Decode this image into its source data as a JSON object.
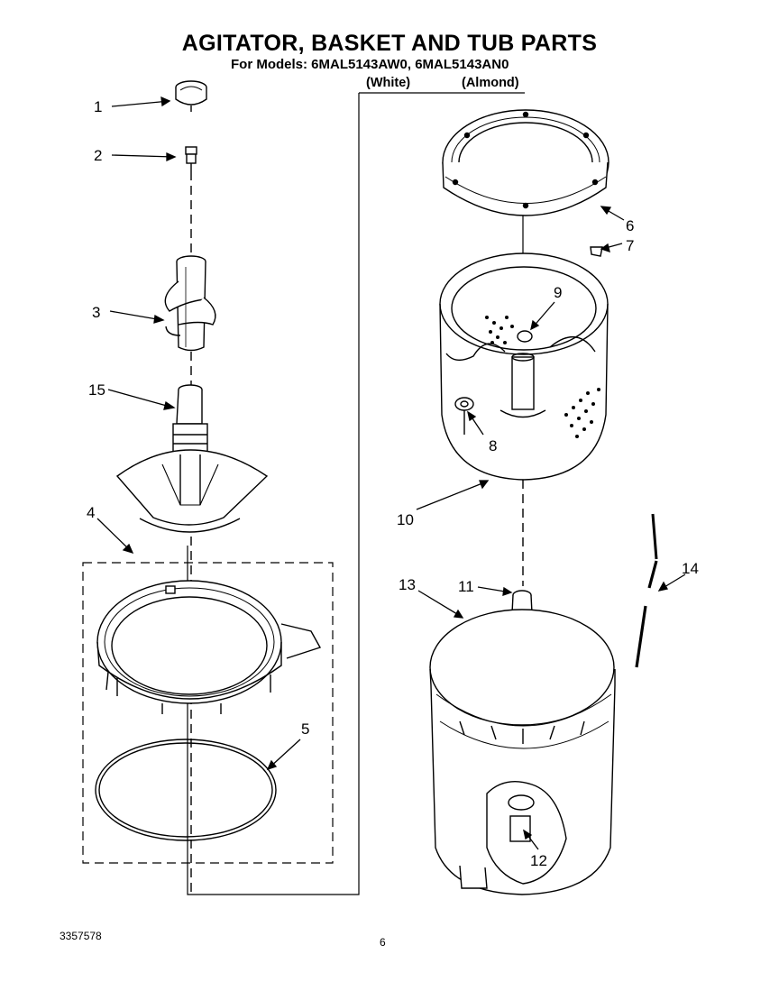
{
  "title": "AGITATOR, BASKET AND TUB PARTS",
  "models_line": "For Models: 6MAL5143AW0,  6MAL5143AN0",
  "model_colors": [
    "(White)",
    "(Almond)"
  ],
  "callouts": [
    "1",
    "2",
    "3",
    "15",
    "4",
    "5",
    "6",
    "7",
    "9",
    "8",
    "10",
    "13",
    "11",
    "14",
    "12"
  ],
  "footer": {
    "doc_number": "3357578",
    "page_number": "6"
  }
}
